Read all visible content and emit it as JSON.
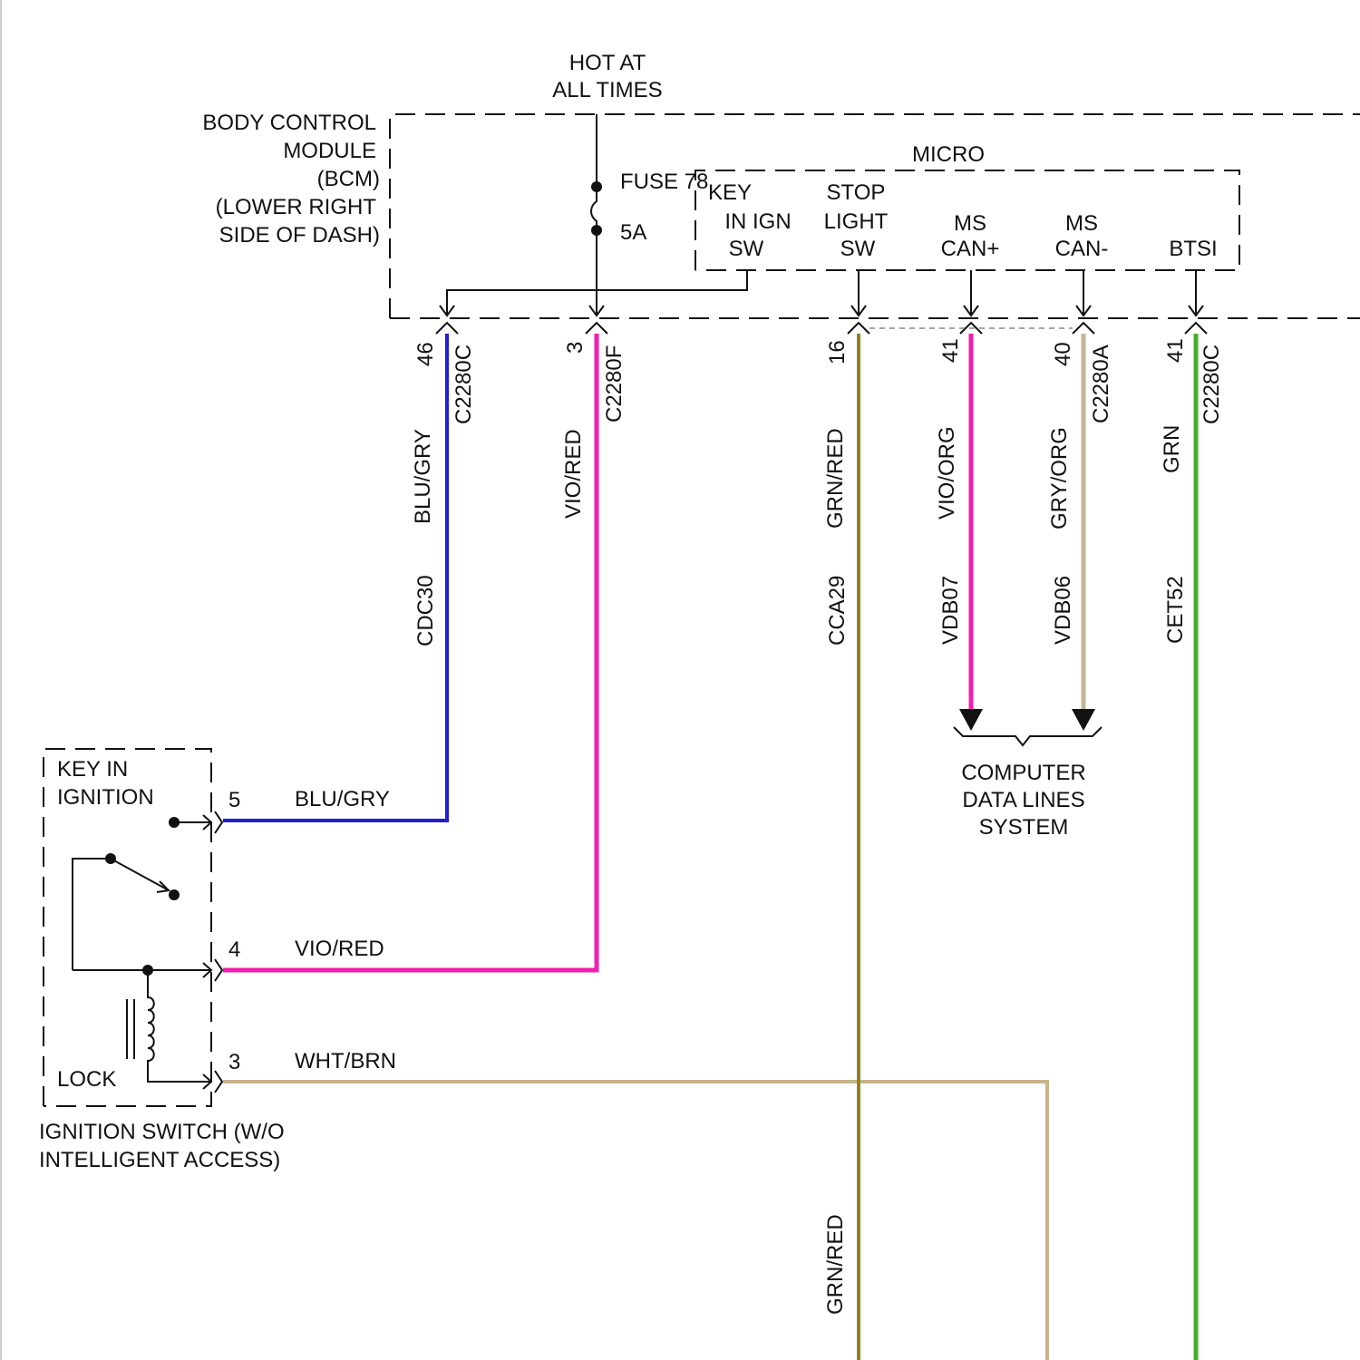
{
  "supply": {
    "line1": "HOT AT",
    "line2": "ALL TIMES"
  },
  "bcm": {
    "line1": "BODY CONTROL",
    "line2": "MODULE",
    "line3": "(BCM)",
    "line4": "(LOWER RIGHT",
    "line5": "SIDE OF DASH)"
  },
  "fuse": {
    "name": "FUSE 78",
    "rating": "5A"
  },
  "micro": {
    "title": "MICRO",
    "key_in_ign_sw": [
      "KEY",
      "IN IGN",
      "SW"
    ],
    "stop_light_sw": [
      "STOP",
      "LIGHT",
      "SW"
    ],
    "ms_can_plus": [
      "MS",
      "CAN+"
    ],
    "ms_can_minus": [
      "MS",
      "CAN-"
    ],
    "btsi": "BTSI"
  },
  "circuits": [
    {
      "pin": "46",
      "connector": "C2280C",
      "color_name": "BLU/GRY",
      "circuit": "CDC30",
      "color": "#1f1fd6"
    },
    {
      "pin": "3",
      "connector": "C2280F",
      "color_name": "VIO/RED",
      "circuit": "",
      "color": "#f020b0"
    },
    {
      "pin": "16",
      "connector": "",
      "color_name": "GRN/RED",
      "circuit": "CCA29",
      "color": "#5aaa28"
    },
    {
      "pin": "41",
      "connector": "",
      "color_name": "VIO/ORG",
      "circuit": "VDB07",
      "color": "#f020b0"
    },
    {
      "pin": "40",
      "connector": "C2280A",
      "color_name": "GRY/ORG",
      "circuit": "VDB06",
      "color": "#c4b69a"
    },
    {
      "pin": "41",
      "connector": "C2280C",
      "color_name": "GRN",
      "circuit": "CET52",
      "color": "#45b028"
    }
  ],
  "grn_red_bottom_label": "GRN/RED",
  "data_lines": {
    "line1": "COMPUTER",
    "line2": "DATA LINES",
    "line3": "SYSTEM"
  },
  "ignition_switch": {
    "key_in_line1": "KEY IN",
    "key_in_line2": "IGNITION",
    "lock_label": "LOCK",
    "caption_line1": "IGNITION SWITCH (W/O",
    "caption_line2": "INTELLIGENT ACCESS)",
    "pins": [
      {
        "pin": "5",
        "color_name": "BLU/GRY"
      },
      {
        "pin": "4",
        "color_name": "VIO/RED"
      },
      {
        "pin": "3",
        "color_name": "WHT/BRN"
      }
    ]
  },
  "colors": {
    "blu_gry": "#1f1fd6",
    "vio_red": "#f020b0",
    "grn_red": "#5aaa28",
    "red_trace": "#c8501a",
    "vio_org": "#f020b0",
    "gry_org": "#c4b69a",
    "grn": "#45b028",
    "wht_brn": "#c8b48c"
  }
}
